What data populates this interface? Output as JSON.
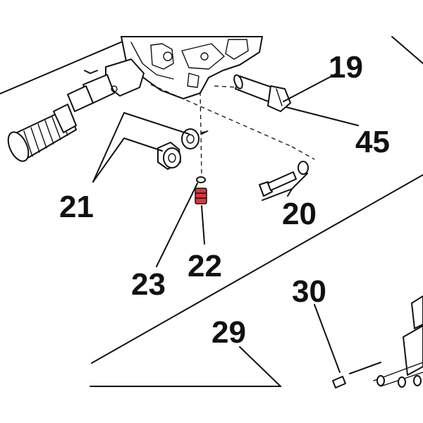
{
  "callouts": [
    {
      "key": "c19",
      "label": "19"
    },
    {
      "key": "c45",
      "label": "45"
    },
    {
      "key": "c21",
      "label": "21"
    },
    {
      "key": "c20",
      "label": "20"
    },
    {
      "key": "c23",
      "label": "23"
    },
    {
      "key": "c22",
      "label": "22"
    },
    {
      "key": "c30",
      "label": "30"
    },
    {
      "key": "c29",
      "label": "29"
    }
  ],
  "highlight_color": "#d9363e",
  "line_color": "#111111"
}
